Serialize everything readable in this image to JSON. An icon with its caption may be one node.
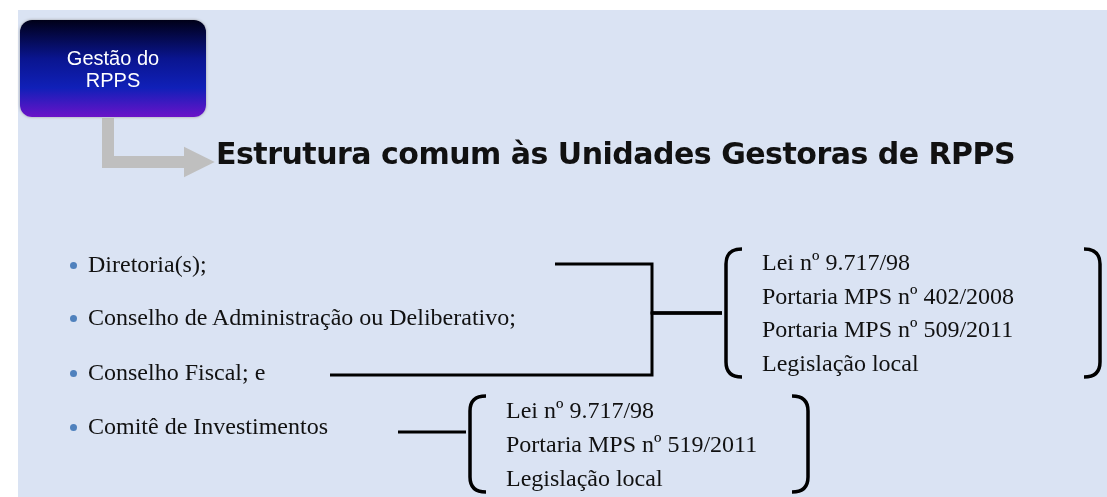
{
  "diagram": {
    "nodes": [
      {
        "text": [
          "Gestão do RPPS"
        ]
      },
      {
        "text": [
          "Estrutura comum às Unidades Gestoras de RPPS"
        ]
      },
      {
        "text": [
          "Diretoria(s);"
        ]
      },
      {
        "text": [
          "Conselho de Administração ou Deliberativo;"
        ]
      },
      {
        "text": [
          "Conselho Fiscal; e"
        ]
      },
      {
        "text": [
          "Comitê de Investimentos"
        ]
      },
      {
        "text": [
          "Lei nº 9.717/98",
          "Portaria MPS nº 402/2008",
          "Portaria MPS nº 509/2011",
          "Legislação local"
        ]
      },
      {
        "text": [
          "Lei nº 9.717/98",
          "Portaria MPS nº 519/2011",
          "Legislação local"
        ]
      }
    ],
    "edges": [
      {
        "from": 0,
        "to": 1,
        "arrow": "to",
        "style": "thick",
        "color": "#bfbfbf"
      },
      {
        "from": 2,
        "to": 6,
        "arrow": "none"
      },
      {
        "from": 3,
        "to": 6,
        "arrow": "none"
      },
      {
        "from": 4,
        "to": 6,
        "arrow": "none"
      },
      {
        "from": 5,
        "to": 7,
        "arrow": "none"
      }
    ]
  }
}
